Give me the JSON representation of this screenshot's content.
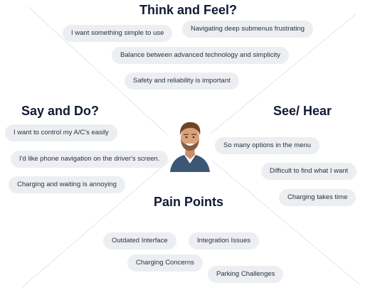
{
  "sections": {
    "think_feel": {
      "title": "Think and Feel?",
      "items": [
        "I want something simple to use",
        "Navigating deep submenus frustrating",
        "Balance between advanced technology and simplicity",
        "Safety and reliability is important"
      ]
    },
    "say_do": {
      "title": "Say and Do?",
      "items": [
        "I want to control my A/C's easily",
        "I'd like phone navigation on the driver's screen.",
        "Charging and waiting is annoying"
      ]
    },
    "see_hear": {
      "title": "See/ Hear",
      "items": [
        "So many options in the menu",
        "Difficult to find what I want",
        "Charging takes time"
      ]
    },
    "pain_points": {
      "title": "Pain Points",
      "items": [
        "Outdated Interface",
        "Integration Issues",
        "Charging Concerns",
        "Parking Challenges"
      ]
    }
  },
  "colors": {
    "pill_bg": "#eceef1",
    "heading": "#101a33",
    "connector": "#e3e5ea"
  },
  "icons": [
    "user-avatar-photo"
  ]
}
